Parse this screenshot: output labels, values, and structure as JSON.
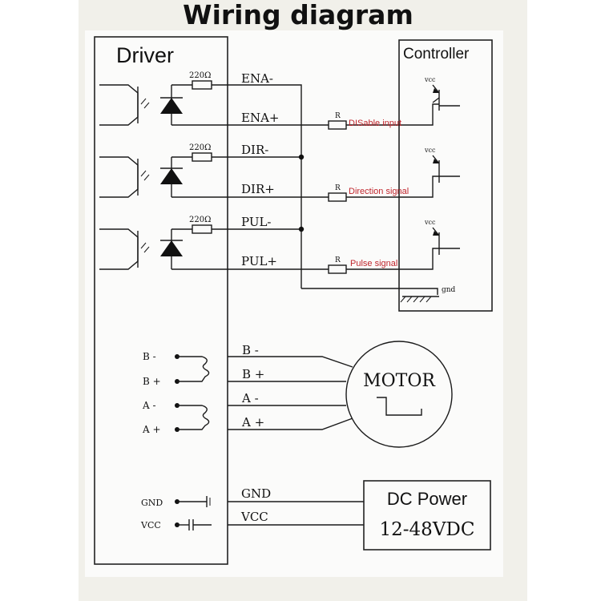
{
  "title": "Wiring diagram",
  "driver": {
    "label": "Driver",
    "resistor_value": "220Ω",
    "signals": [
      "ENA-",
      "ENA+",
      "DIR-",
      "DIR+",
      "PUL-",
      "PUL+"
    ],
    "coil_terminals": [
      "B -",
      "B +",
      "A -",
      "A +"
    ],
    "power_terminals": [
      "GND",
      "VCC"
    ]
  },
  "controller": {
    "label": "Controller",
    "vcc_label": "vcc",
    "gnd_label": "gnd",
    "resistor_label": "R",
    "inputs": [
      "DISable input",
      "Direction signal",
      "Pulse signal"
    ]
  },
  "motor": {
    "label": "MOTOR",
    "wires": [
      "B -",
      "B +",
      "A -",
      "A +"
    ]
  },
  "power": {
    "label": "DC Power",
    "voltage": "12-48VDC",
    "wires": [
      "GND",
      "VCC"
    ]
  },
  "colors": {
    "signal_label": "#c0262d",
    "ink": "#111111"
  }
}
